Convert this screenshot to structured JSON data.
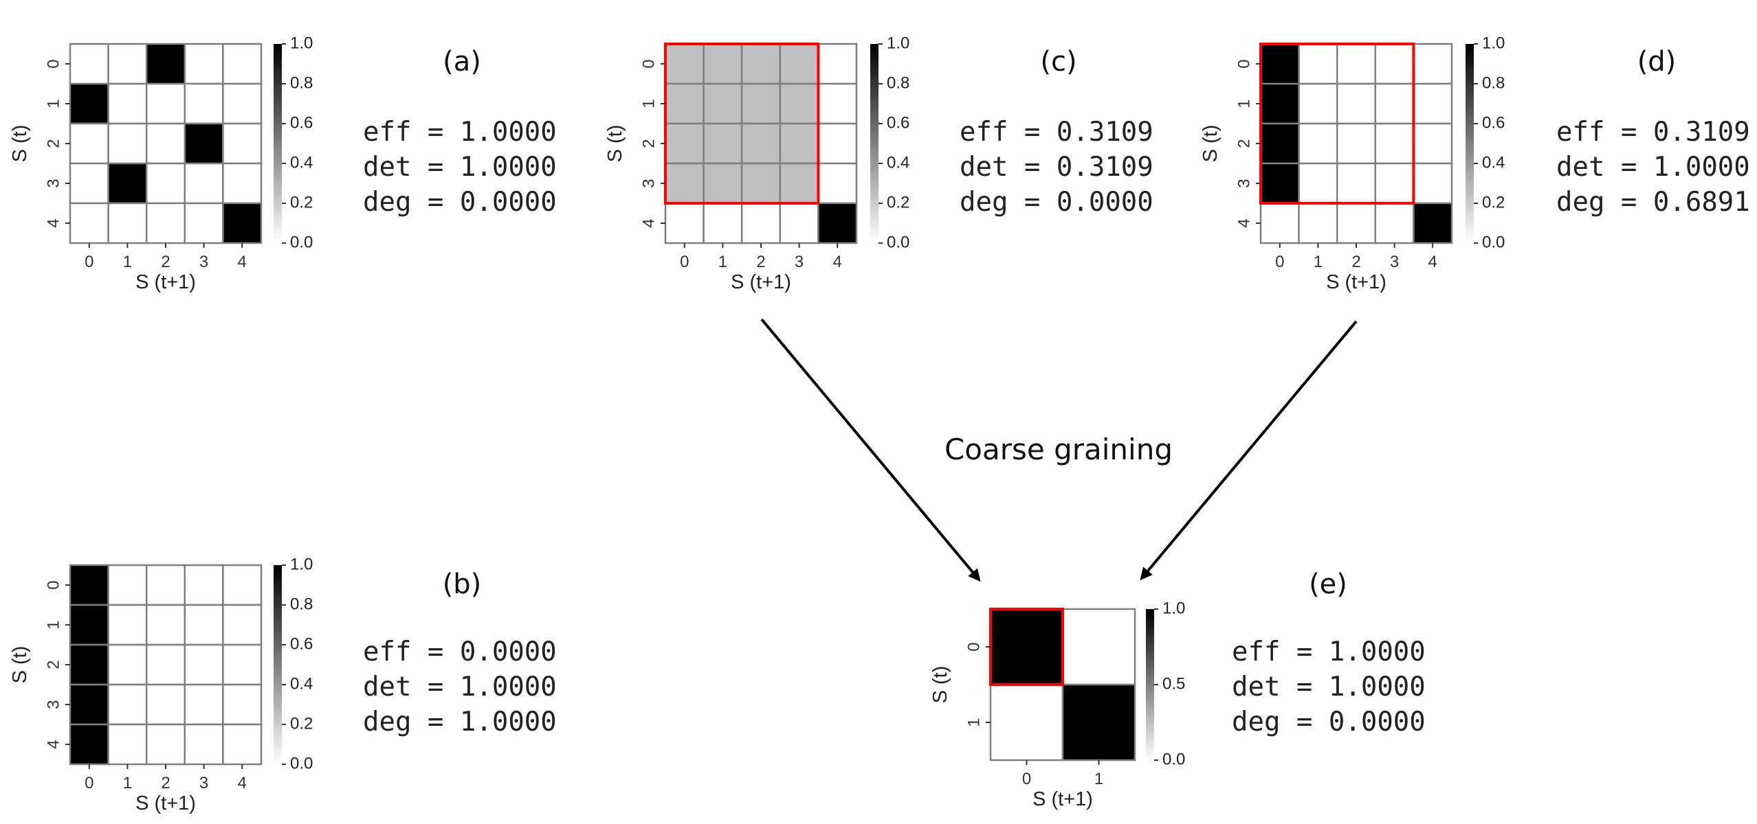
{
  "colors": {
    "background": "#ffffff",
    "grid": "#7f7f7f",
    "highlight": "#ff0000",
    "cell_min": "#ffffff",
    "cell_max": "#000000",
    "text": "#111111",
    "arrow": "#000000"
  },
  "annotation": {
    "text": "Coarse graining"
  },
  "panels": [
    {
      "key": "a",
      "label": "(a)",
      "matrix": [
        [
          0,
          0,
          1,
          0,
          0
        ],
        [
          1,
          0,
          0,
          0,
          0
        ],
        [
          0,
          0,
          0,
          1,
          0
        ],
        [
          0,
          1,
          0,
          0,
          0
        ],
        [
          0,
          0,
          0,
          0,
          1
        ]
      ],
      "x_ticks": [
        "0",
        "1",
        "2",
        "3",
        "4"
      ],
      "y_ticks": [
        "0",
        "1",
        "2",
        "3",
        "4"
      ],
      "x_label": "S (t+1)",
      "y_label": "S (t)",
      "colorbar_ticks": [
        "1.0",
        "0.8",
        "0.6",
        "0.4",
        "0.2",
        "0.0"
      ],
      "metrics": [
        "eff = 1.0000",
        "det = 1.0000",
        "deg = 0.0000"
      ],
      "highlight": null
    },
    {
      "key": "b",
      "label": "(b)",
      "matrix": [
        [
          1,
          0,
          0,
          0,
          0
        ],
        [
          1,
          0,
          0,
          0,
          0
        ],
        [
          1,
          0,
          0,
          0,
          0
        ],
        [
          1,
          0,
          0,
          0,
          0
        ],
        [
          1,
          0,
          0,
          0,
          0
        ]
      ],
      "x_ticks": [
        "0",
        "1",
        "2",
        "3",
        "4"
      ],
      "y_ticks": [
        "0",
        "1",
        "2",
        "3",
        "4"
      ],
      "x_label": "S (t+1)",
      "y_label": "S (t)",
      "colorbar_ticks": [
        "1.0",
        "0.8",
        "0.6",
        "0.4",
        "0.2",
        "0.0"
      ],
      "metrics": [
        "eff = 0.0000",
        "det = 1.0000",
        "deg = 1.0000"
      ],
      "highlight": null
    },
    {
      "key": "c",
      "label": "(c)",
      "matrix": [
        [
          0.25,
          0.25,
          0.25,
          0.25,
          0
        ],
        [
          0.25,
          0.25,
          0.25,
          0.25,
          0
        ],
        [
          0.25,
          0.25,
          0.25,
          0.25,
          0
        ],
        [
          0.25,
          0.25,
          0.25,
          0.25,
          0
        ],
        [
          0,
          0,
          0,
          0,
          1
        ]
      ],
      "x_ticks": [
        "0",
        "1",
        "2",
        "3",
        "4"
      ],
      "y_ticks": [
        "0",
        "1",
        "2",
        "3",
        "4"
      ],
      "x_label": "S (t+1)",
      "y_label": "S (t)",
      "colorbar_ticks": [
        "1.0",
        "0.8",
        "0.6",
        "0.4",
        "0.2",
        "0.0"
      ],
      "metrics": [
        "eff = 0.3109",
        "det = 0.3109",
        "deg = 0.0000"
      ],
      "highlight": {
        "row_start": 0,
        "row_end": 4,
        "col_start": 0,
        "col_end": 4
      }
    },
    {
      "key": "d",
      "label": "(d)",
      "matrix": [
        [
          1,
          0,
          0,
          0,
          0
        ],
        [
          1,
          0,
          0,
          0,
          0
        ],
        [
          1,
          0,
          0,
          0,
          0
        ],
        [
          1,
          0,
          0,
          0,
          0
        ],
        [
          0,
          0,
          0,
          0,
          1
        ]
      ],
      "x_ticks": [
        "0",
        "1",
        "2",
        "3",
        "4"
      ],
      "y_ticks": [
        "0",
        "1",
        "2",
        "3",
        "4"
      ],
      "x_label": "S (t+1)",
      "y_label": "S (t)",
      "colorbar_ticks": [
        "1.0",
        "0.8",
        "0.6",
        "0.4",
        "0.2",
        "0.0"
      ],
      "metrics": [
        "eff = 0.3109",
        "det = 1.0000",
        "deg = 0.6891"
      ],
      "highlight": {
        "row_start": 0,
        "row_end": 4,
        "col_start": 0,
        "col_end": 4
      }
    },
    {
      "key": "e",
      "label": "(e)",
      "matrix": [
        [
          1,
          0
        ],
        [
          0,
          1
        ]
      ],
      "x_ticks": [
        "0",
        "1"
      ],
      "y_ticks": [
        "0",
        "1"
      ],
      "x_label": "S (t+1)",
      "y_label": "S (t)",
      "colorbar_ticks": [
        "1.0",
        "0.5",
        "0.0"
      ],
      "metrics": [
        "eff = 1.0000",
        "det = 1.0000",
        "deg = 0.0000"
      ],
      "highlight": {
        "row_start": 0,
        "row_end": 1,
        "col_start": 0,
        "col_end": 1
      }
    }
  ]
}
